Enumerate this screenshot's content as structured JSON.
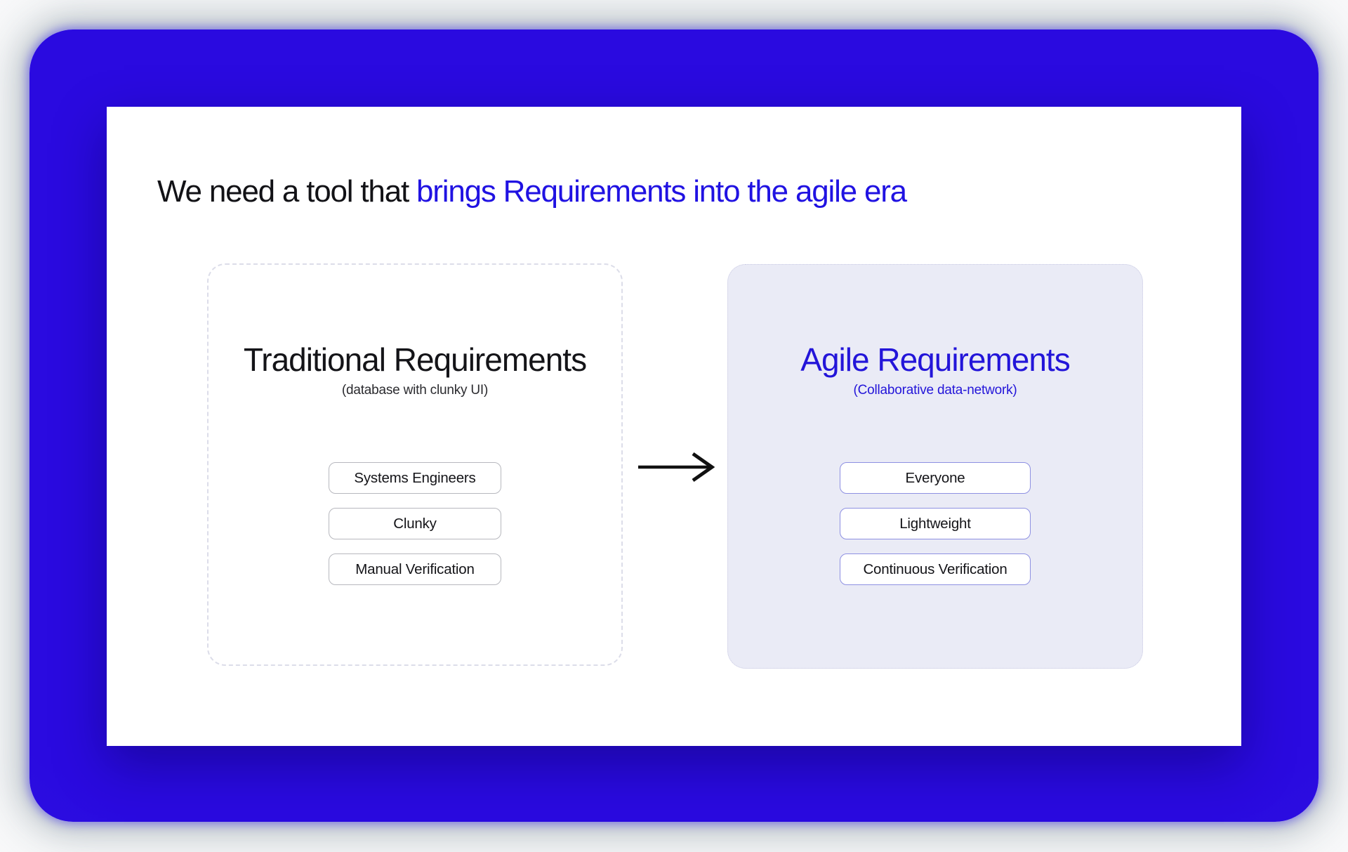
{
  "title": {
    "prefix": "We need a tool that ",
    "highlight": "brings Requirements into the agile era"
  },
  "comparison": {
    "traditional": {
      "heading": "Traditional Requirements",
      "subtitle": "(database with clunky UI)",
      "items": [
        "Systems Engineers",
        "Clunky",
        "Manual Verification"
      ]
    },
    "agile": {
      "heading": "Agile Requirements",
      "subtitle": "(Collaborative data-network)",
      "items": [
        "Everyone",
        "Lightweight",
        "Continuous Verification"
      ]
    }
  },
  "icons": {
    "arrow": "right-arrow"
  },
  "colors": {
    "frame_blue": "#2B0DE2",
    "accent_blue": "#2012E2",
    "agile_heading_blue": "#2315D9",
    "agile_panel_bg": "#EAEBF6",
    "traditional_dash_border": "#DCDDE9",
    "traditional_chip_border": "#B7B8BE",
    "agile_chip_border": "#8E90E2",
    "arrow_black": "#111111"
  }
}
